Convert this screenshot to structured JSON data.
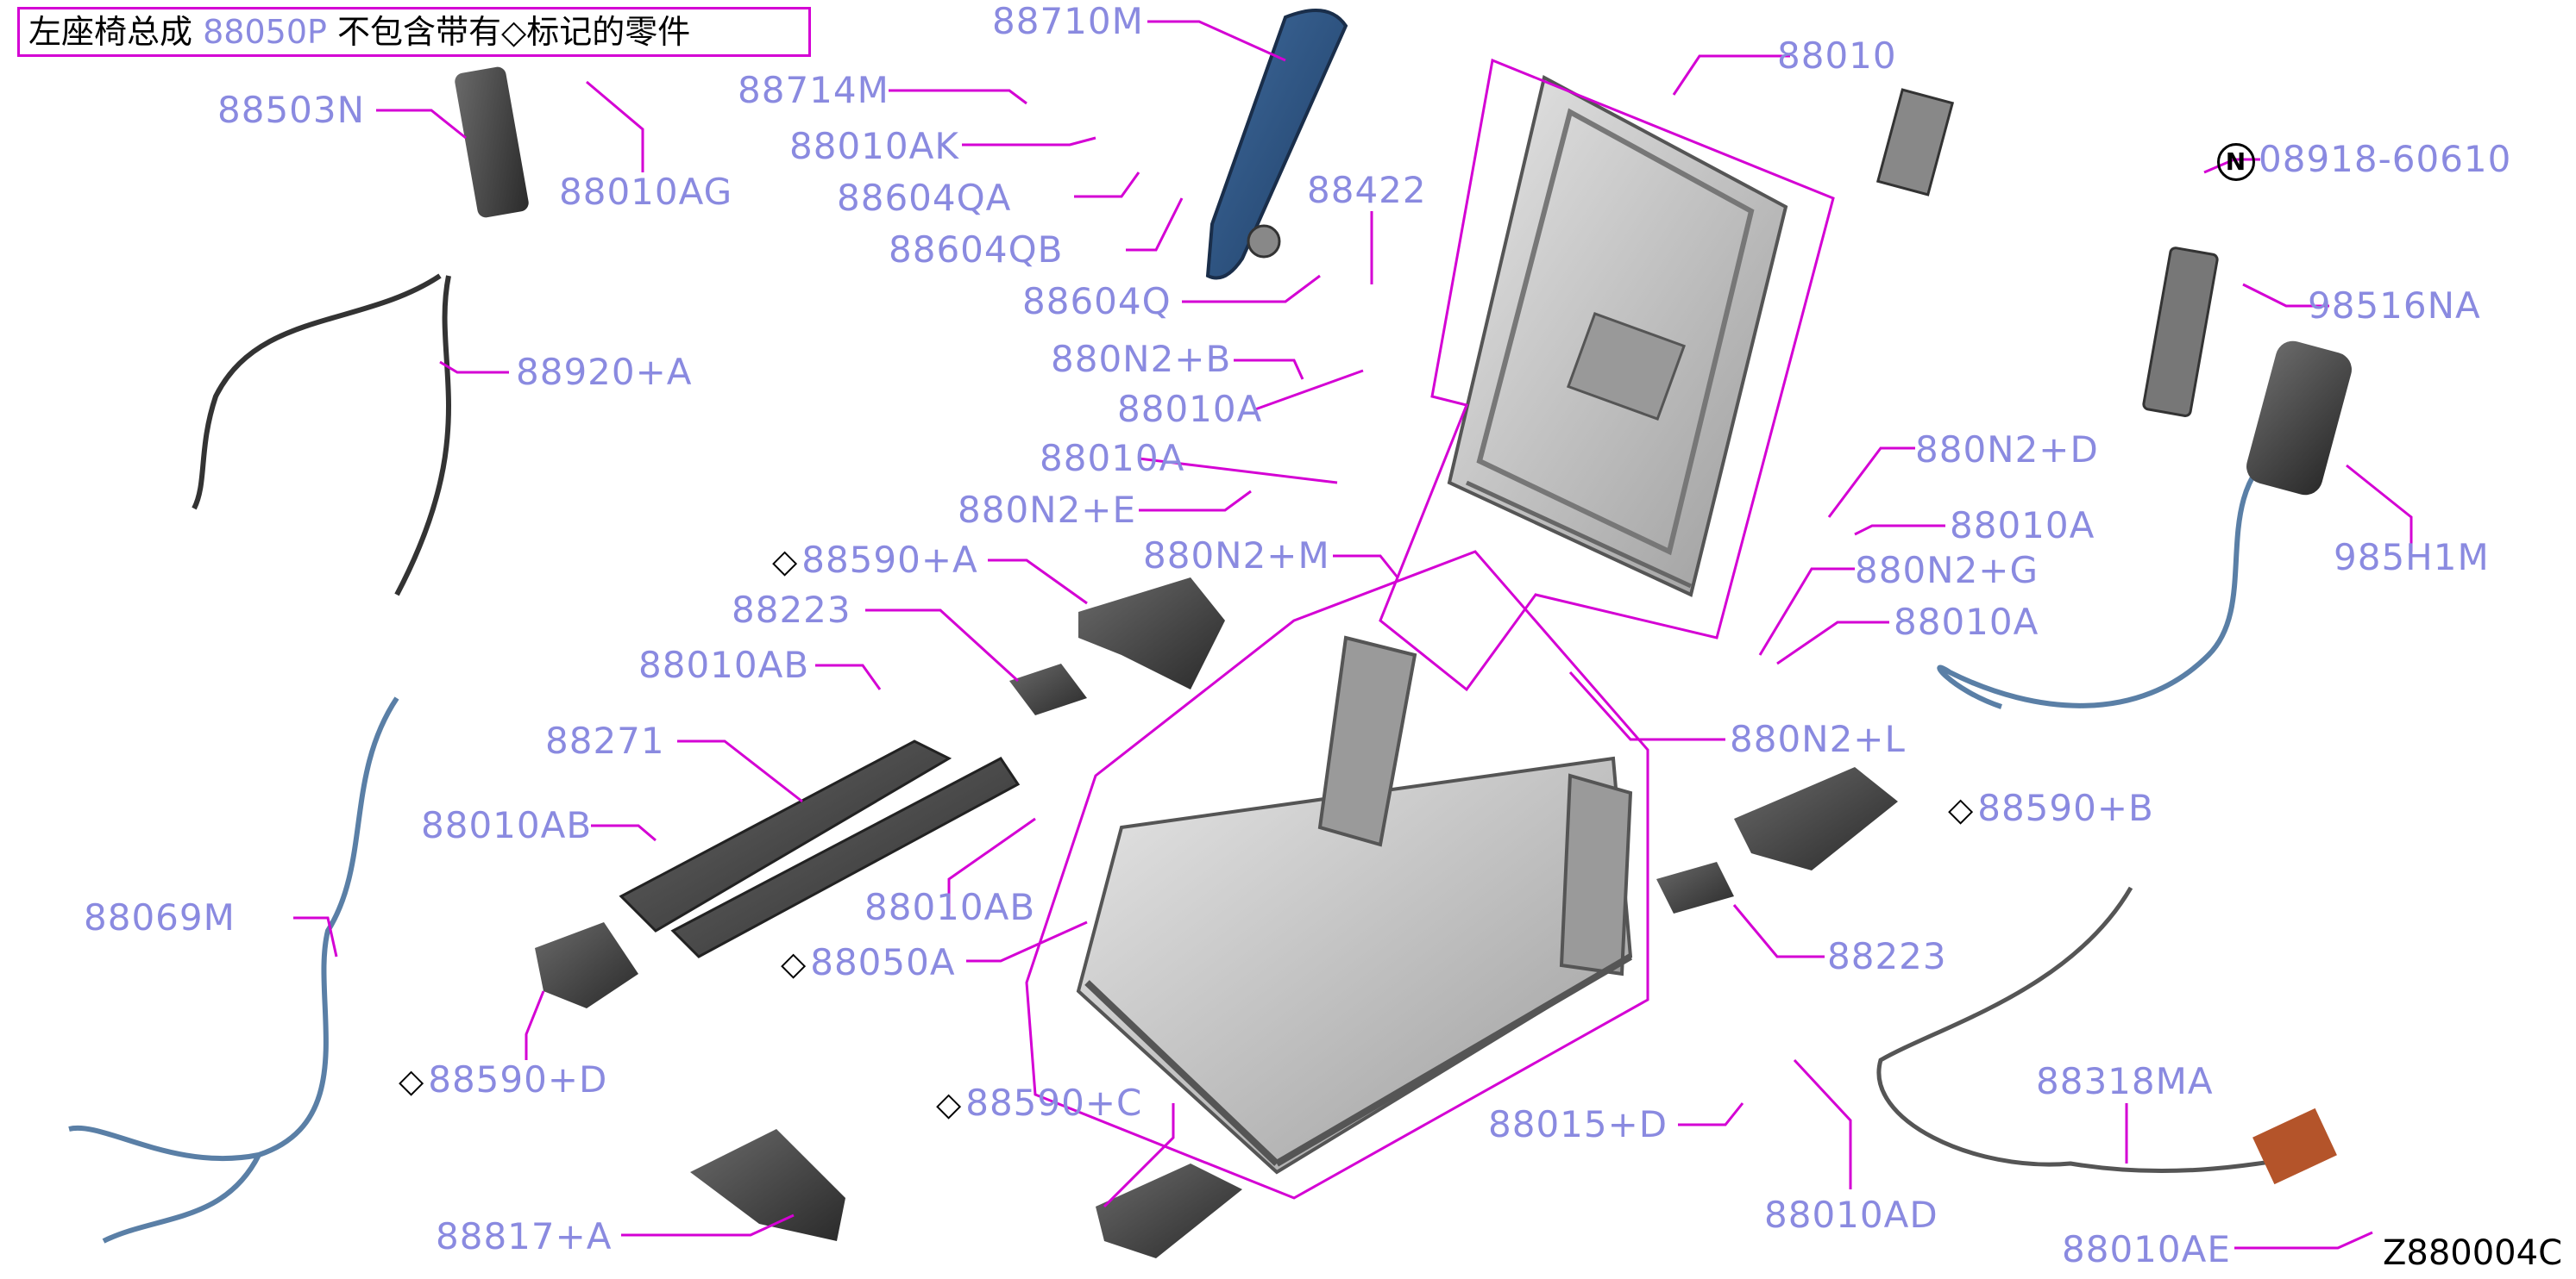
{
  "title": {
    "prefix": "左座椅总成",
    "part": "88050P",
    "suffix": "不包含带有◇标记的零件"
  },
  "diagram_id": "Z880004C",
  "labels": {
    "l88710M": "88710M",
    "l88714M": "88714M",
    "l88010AK": "88010AK",
    "l88604QA": "88604QA",
    "l88604QB": "88604QB",
    "l88604Q": "88604Q",
    "l88422": "88422",
    "l88010": "88010",
    "l88503N": "88503N",
    "l88010AG": "88010AG",
    "l88920A": "88920+A",
    "l880N2B": "880N2+B",
    "l88010A_1": "88010A",
    "l88010A_2": "88010A",
    "l880N2E": "880N2+E",
    "l880N2M": "880N2+M",
    "l88590A": "88590+A",
    "l88223_1": "88223",
    "l88010AB_1": "88010AB",
    "l88271": "88271",
    "l88010AB_2": "88010AB",
    "l88010AB_3": "88010AB",
    "l88050A": "88050A",
    "l88069M": "88069M",
    "l88590D": "88590+D",
    "l88590C": "88590+C",
    "l88817A": "88817+A",
    "l08918": "08918-60610",
    "l98516NA": "98516NA",
    "l985H1M": "985H1M",
    "l880N2D": "880N2+D",
    "l88010A_3": "88010A",
    "l880N2G": "880N2+G",
    "l88010A_4": "88010A",
    "l880N2L": "880N2+L",
    "l88590B": "88590+B",
    "l88223_2": "88223",
    "l88015D": "88015+D",
    "l88010AD": "88010AD",
    "l88318MA": "88318MA",
    "l88010AE": "88010AE"
  },
  "symbols": {
    "diamond": "◇",
    "circled_n": "N"
  },
  "colors": {
    "leader": "#d400d4",
    "label": "#8a8ae0",
    "part_dark": "#3a3a3a",
    "armrest": "#2a4f7e",
    "frame": "#b8b8b8",
    "wire": "#5a7fa6"
  }
}
